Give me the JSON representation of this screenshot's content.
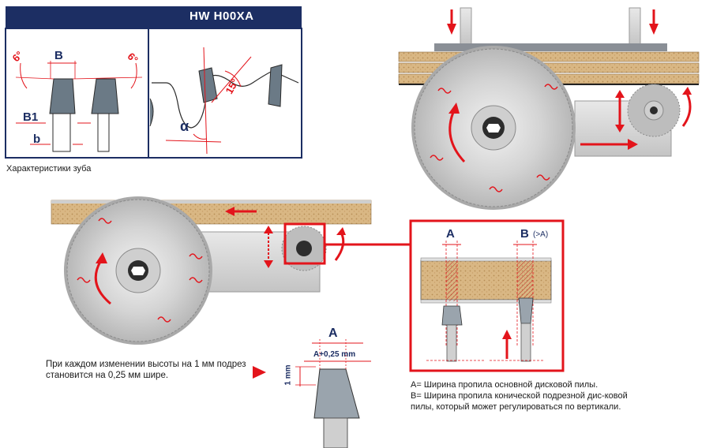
{
  "header": {
    "title": "HW H00XA"
  },
  "tooth_caption": "Характеристики зуба",
  "tooth_labels": {
    "angle_left": "6°",
    "angle_right": "6°",
    "label_B": "B",
    "label_B1": "B1",
    "label_b": "b",
    "angle_15": "15°",
    "alpha": "α"
  },
  "detail": {
    "label_A": "A",
    "label_B": "B",
    "label_B_note": "(>A)"
  },
  "height_note": "При каждом изменении высоты на 1 мм подрез становится на 0,25 мм шире.",
  "bottom_tooth": {
    "label_A": "A",
    "label_A_plus": "A+0,25 mm",
    "label_1mm": "1 mm"
  },
  "legend": {
    "line_a": "A= Ширина пропила основной дисковой пилы.",
    "line_b": "B= Ширина пропила конической подрезной дис-ковой пилы, который может регулироваться по вертикали."
  },
  "colors": {
    "navy": "#1c2e63",
    "red": "#e3141b",
    "wood": "#d8b683"
  }
}
